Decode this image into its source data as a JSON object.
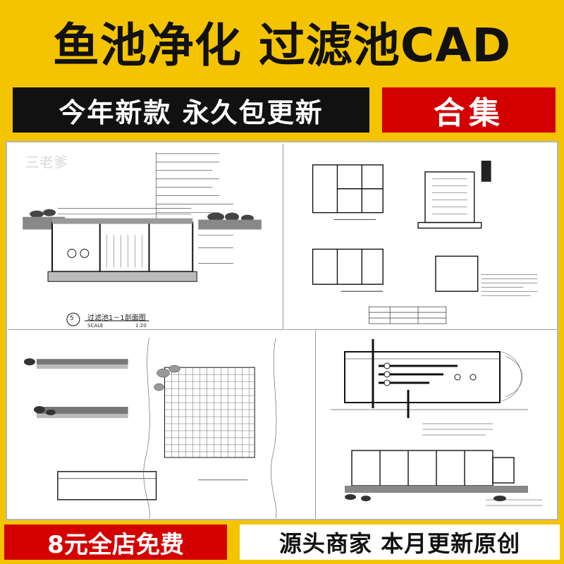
{
  "header": {
    "title": "鱼池净化 过滤池CAD"
  },
  "badges": {
    "new_style": "今年新款  永久包更新",
    "collection": "合集"
  },
  "drawings": {
    "watermark": "三老爹",
    "panel1_caption": "过滤池1－1剖面图",
    "panel1_scale": "SCALE",
    "panel1_ratio": "1:20",
    "panel1_number": "5"
  },
  "footer": {
    "promo": "8元全店免费",
    "tagline": "源头商家 本月更新原创"
  },
  "colors": {
    "background": "#f5c400",
    "dark": "#111111",
    "red": "#d40000",
    "white": "#ffffff"
  }
}
